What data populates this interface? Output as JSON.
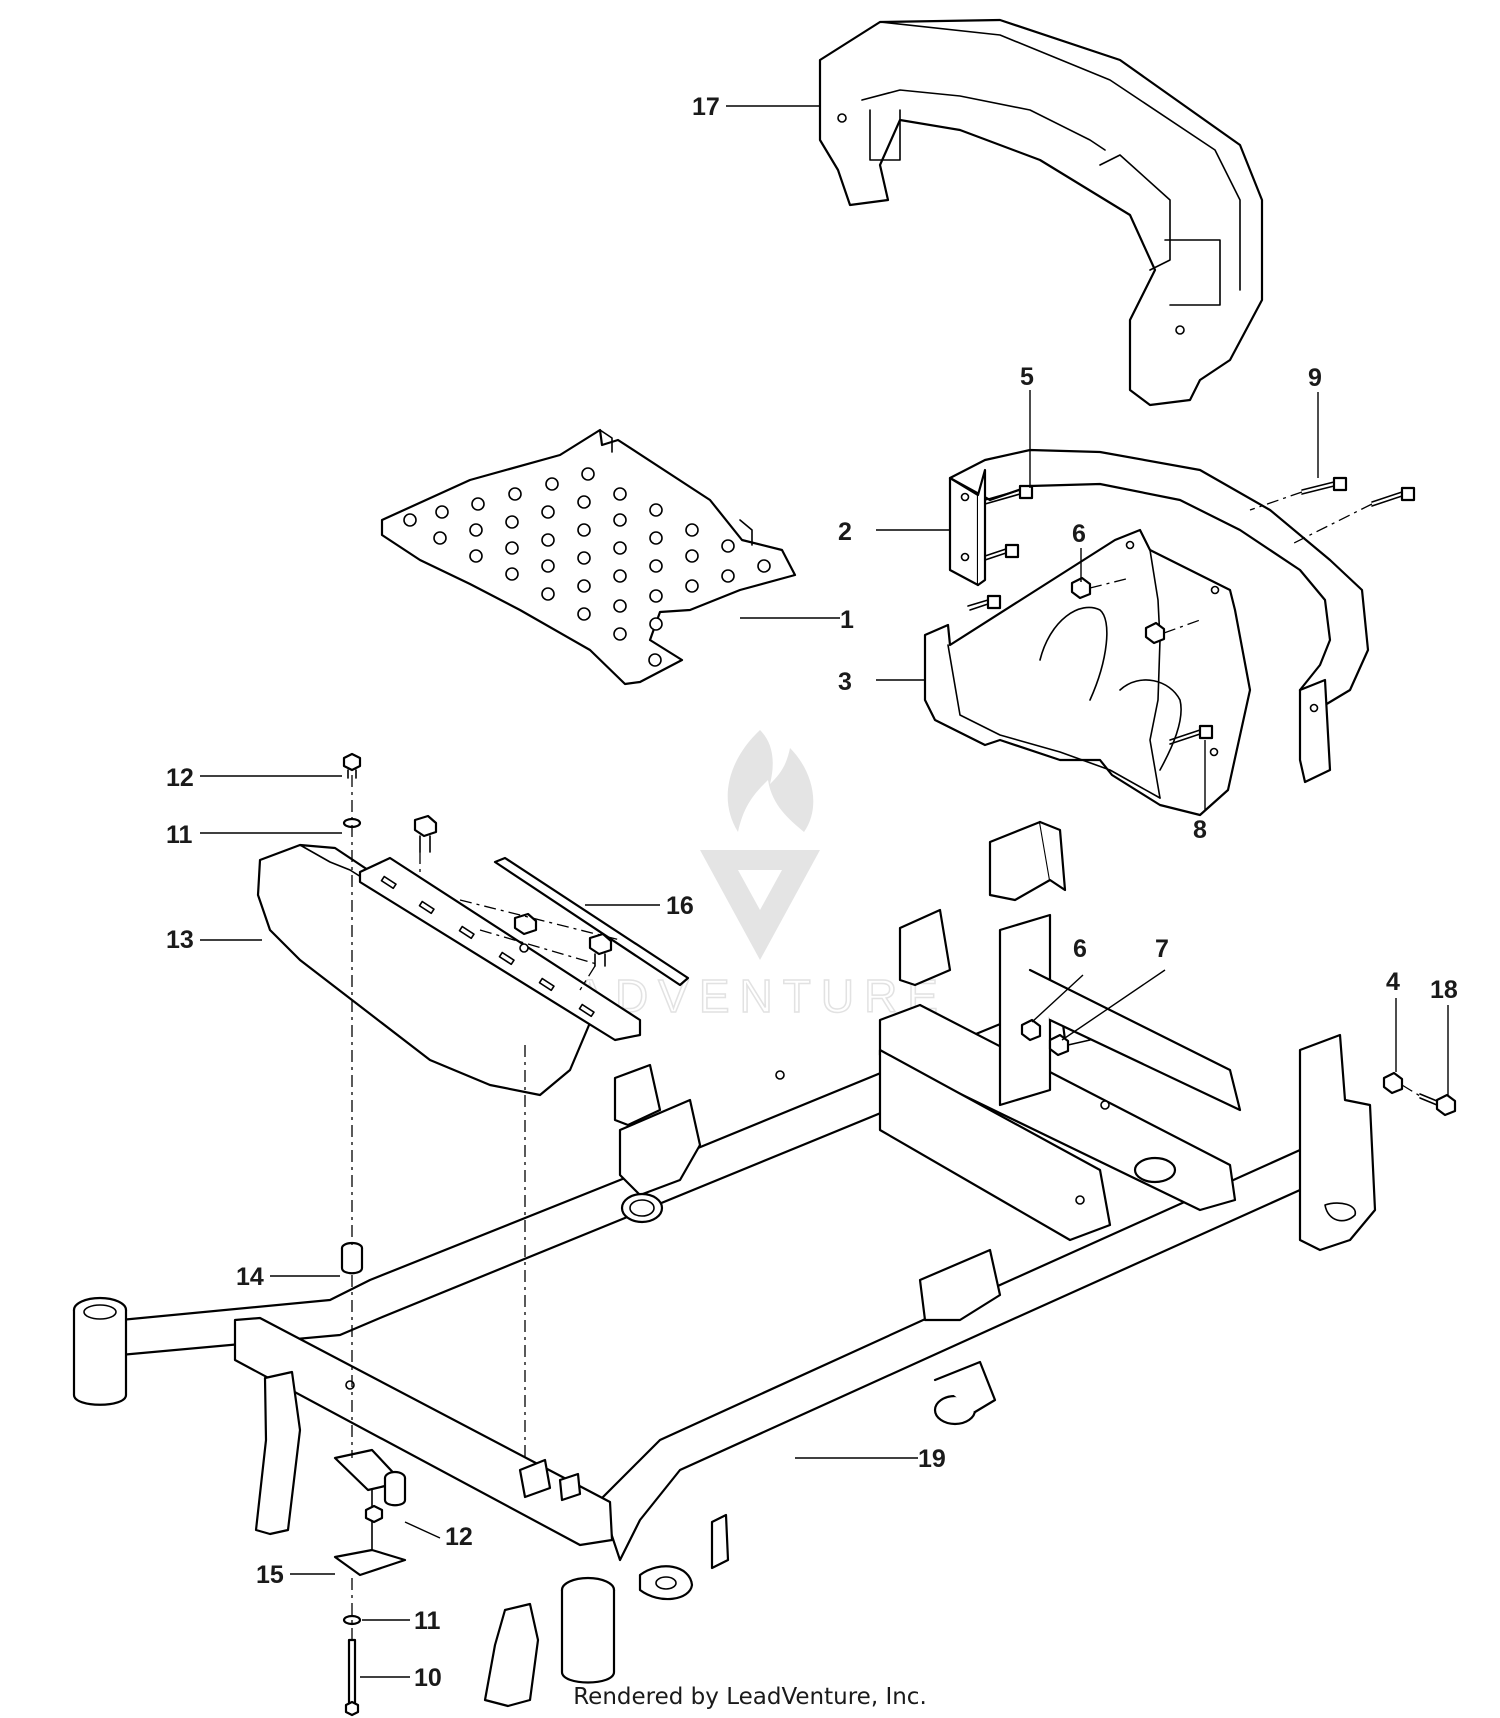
{
  "footer": {
    "text": "Rendered by LeadVenture, Inc."
  },
  "watermark": {
    "text": "LEADVENTURE"
  },
  "callouts": {
    "c1": "1",
    "c2": "2",
    "c3": "3",
    "c4": "4",
    "c5": "5",
    "c6a": "6",
    "c6b": "6",
    "c7": "7",
    "c8": "8",
    "c9": "9",
    "c10": "10",
    "c11a": "11",
    "c11b": "11",
    "c12a": "12",
    "c12b": "12",
    "c13": "13",
    "c14": "14",
    "c15": "15",
    "c16": "16",
    "c17": "17",
    "c18": "18",
    "c19": "19"
  },
  "colors": {
    "line": "#000000",
    "background": "#ffffff",
    "watermark": "#e4e4e4"
  }
}
